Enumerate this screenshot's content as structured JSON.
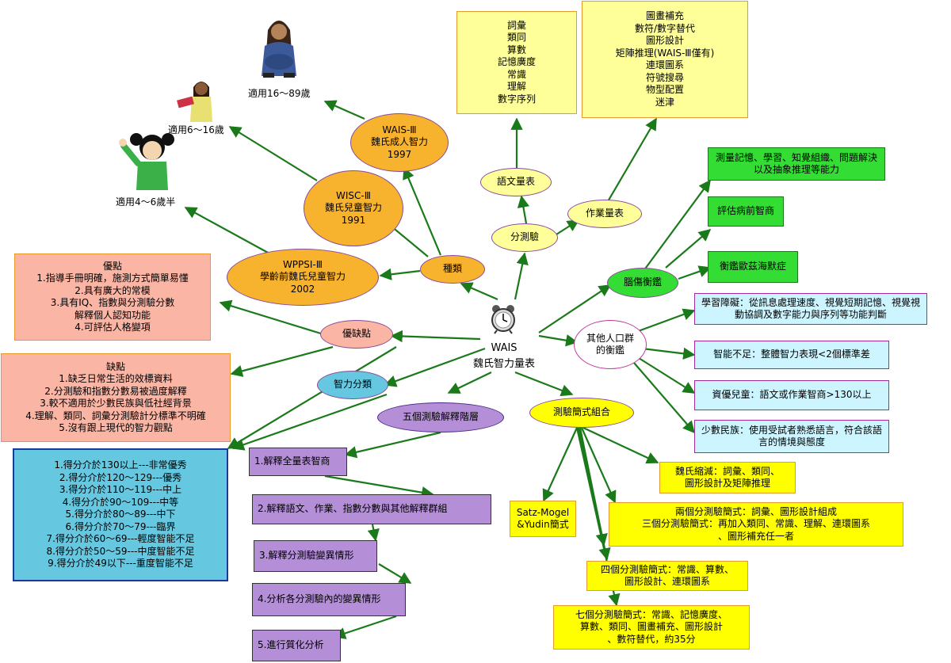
{
  "center": {
    "line1": "WAIS",
    "line2": "魏氏智力量表"
  },
  "types": {
    "label": "種類",
    "wais": {
      "lines": [
        "WAIS-Ⅲ",
        "魏氏成人智力",
        "1997"
      ],
      "age": "適用16～89歲"
    },
    "wisc": {
      "lines": [
        "WISC-Ⅲ",
        "魏氏兒童智力",
        "1991"
      ],
      "age": "適用6～16歲"
    },
    "wppsi": {
      "lines": [
        "WPPSI-Ⅲ",
        "學齡前魏氏兒童智力",
        "2002"
      ],
      "age": "適用4～6歲半"
    }
  },
  "subtests": {
    "label": "分測驗",
    "verbal": {
      "label": "語文量表",
      "items": [
        "詞彙",
        "類同",
        "算數",
        "記憶廣度",
        "常識",
        "理解",
        "數字序列"
      ]
    },
    "performance": {
      "label": "作業量表",
      "items": [
        "圖畫補充",
        "數符/數字替代",
        "圖形設計",
        "矩陣推理(WAIS-Ⅲ僅有)",
        "連環圖系",
        "符號搜尋",
        "物型配置",
        "迷津"
      ]
    }
  },
  "brain": {
    "label": "腦傷衡鑑",
    "items": [
      "測量記憶、學習、知覺組織、問題解決以及抽象推理等能力",
      "評估病前智商",
      "衡鑑歐茲海默症"
    ]
  },
  "populations": {
    "label": "其他人口群的衡鑑",
    "items": [
      "學習障礙：從訊息處理速度、視覺短期記憶、視覺視動協調及數字能力與序列等功能判斷",
      "智能不足：整體智力表現<2個標準差",
      "資優兒童：語文或作業智商>130以上",
      "少數民族：使用受試者熟悉語言，符合該語言的情境與態度"
    ]
  },
  "short_forms": {
    "label": "測驗簡式組合",
    "items": [
      {
        "lines": [
          "魏氏縮減：詞彙、類同、",
          "圖形設計及矩陣推理"
        ]
      },
      {
        "lines": [
          "Satz-Mogel",
          "&Yudin簡式"
        ]
      },
      {
        "lines": [
          "兩個分測驗簡式：詞彙、圖形設計組成",
          "三個分測驗簡式：再加入類同、常識、理解、連環圖系",
          "、圖形補充任一者"
        ]
      },
      {
        "lines": [
          "四個分測驗簡式：常識、算數、",
          "圖形設計、連環圖系"
        ]
      },
      {
        "lines": [
          "七個分測驗簡式：常識、記憶廣度、",
          "算數、類同、圖畫補充、圖形設計",
          "、數符替代，約35分"
        ]
      }
    ]
  },
  "pros_cons": {
    "label": "優缺點",
    "pros": {
      "title": "優點",
      "items": [
        "1.指導手冊明確，施測方式簡單易懂",
        "2.具有廣大的常模",
        "3.具有IQ、指數與分測驗分數",
        "解釋個人認知功能",
        "4.可評估人格變項"
      ]
    },
    "cons": {
      "title": "缺點",
      "items": [
        "1.缺乏日常生活的效標資料",
        "2.分測驗和指數分數易被過度解釋",
        "3.較不適用於少數民族與低社經背景",
        "4.理解、類同、詞彙分測驗計分標準不明確",
        "5.沒有跟上現代的智力觀點"
      ]
    }
  },
  "classification": {
    "label": "智力分類",
    "items": [
      "1.得分介於130以上---非常優秀",
      "2.得分介於120～129---優秀",
      "3.得分介於110～119---中上",
      "4.得分介於90～109---中等",
      "5.得分介於80～89---中下",
      "6.得分介於70～79---臨界",
      "7.得分介於60～69---輕度智能不足",
      "8.得分介於50～59---中度智能不足",
      "9.得分介於49以下---重度智能不足"
    ]
  },
  "interpretation": {
    "label": "五個測驗解釋階層",
    "steps": [
      "1.解釋全量表智商",
      "2.解釋語文、作業、指數分數與其他解釋群組",
      "3.解釋分測驗變異情形",
      "4.分析各分測驗內的變異情形",
      "5.進行質化分析"
    ]
  },
  "colors": {
    "arrow": "#1a7a1a",
    "orange": "#f7b22e",
    "yellow": "#ffff99",
    "green": "#33dd33",
    "cyan": "#ccf5ff",
    "pink": "#fbb5a5",
    "purple": "#b48fd8",
    "blue": "#66c8e0",
    "yellowbox": "#ffff00"
  }
}
